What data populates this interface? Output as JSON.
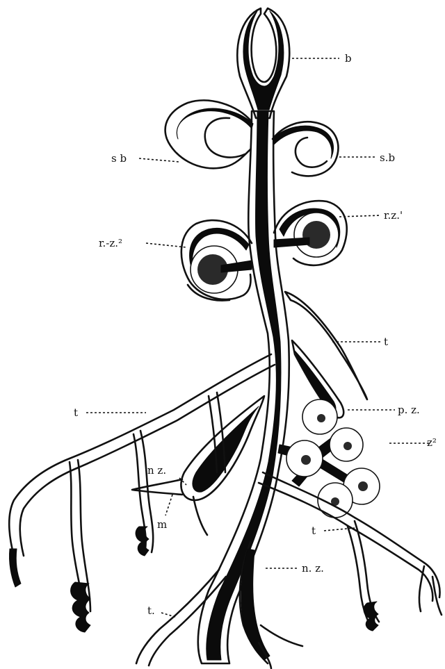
{
  "colors": {
    "ink": "#0b0b0b",
    "paper": "#ffffff"
  },
  "labels": {
    "b": "b",
    "sb_left": "s b",
    "sb_right": "s.b",
    "rz1": "r.z.'",
    "rz2": "r.-z.²",
    "t_upper_right": "t",
    "pz": "p. z.",
    "t_left": "t",
    "nz_left": "n z.",
    "z_right": "z²",
    "m": "m",
    "t_lower_right": "t",
    "nz_bottom": "n. z.",
    "t_bottom_left": "t."
  }
}
